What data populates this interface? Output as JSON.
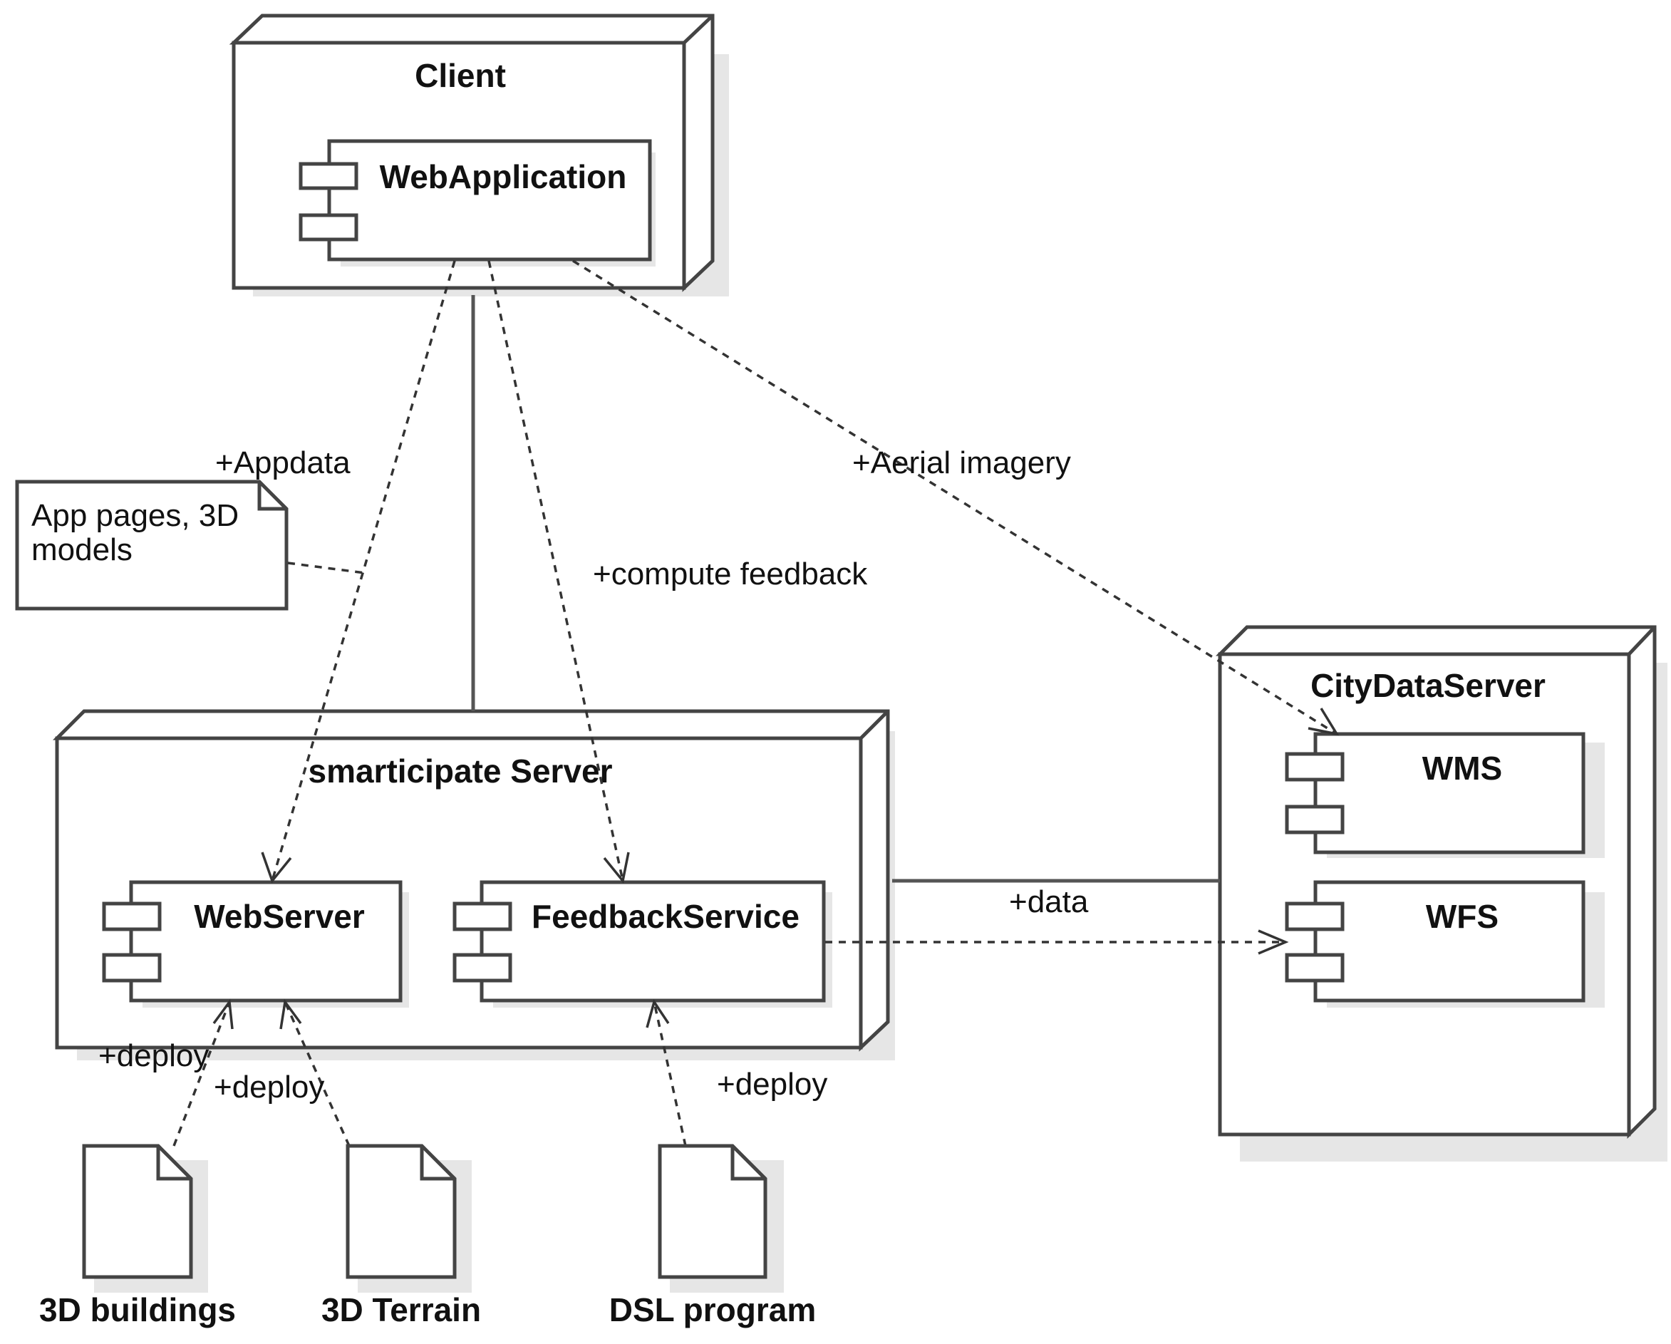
{
  "nodes": {
    "client": {
      "title": "Client"
    },
    "server": {
      "title": "smarticipate Server"
    },
    "city": {
      "title": "CityDataServer"
    }
  },
  "components": {
    "webapp": {
      "label": "WebApplication"
    },
    "webserver": {
      "label": "WebServer"
    },
    "feedback": {
      "label": "FeedbackService"
    },
    "wms": {
      "label": "WMS"
    },
    "wfs": {
      "label": "WFS"
    }
  },
  "note": {
    "lines": [
      "App pages, 3D",
      "models"
    ]
  },
  "artifacts": {
    "buildings": {
      "label": "3D buildings"
    },
    "terrain": {
      "label": "3D Terrain"
    },
    "dsl": {
      "label": "DSL program"
    }
  },
  "edges": {
    "appdata": "+Appdata",
    "compute_feedback": "+compute feedback",
    "aerial_imagery": "+Aerial imagery",
    "data": "+data",
    "deploy_buildings": "+deploy",
    "deploy_terrain": "+deploy",
    "deploy_dsl": "+deploy"
  }
}
